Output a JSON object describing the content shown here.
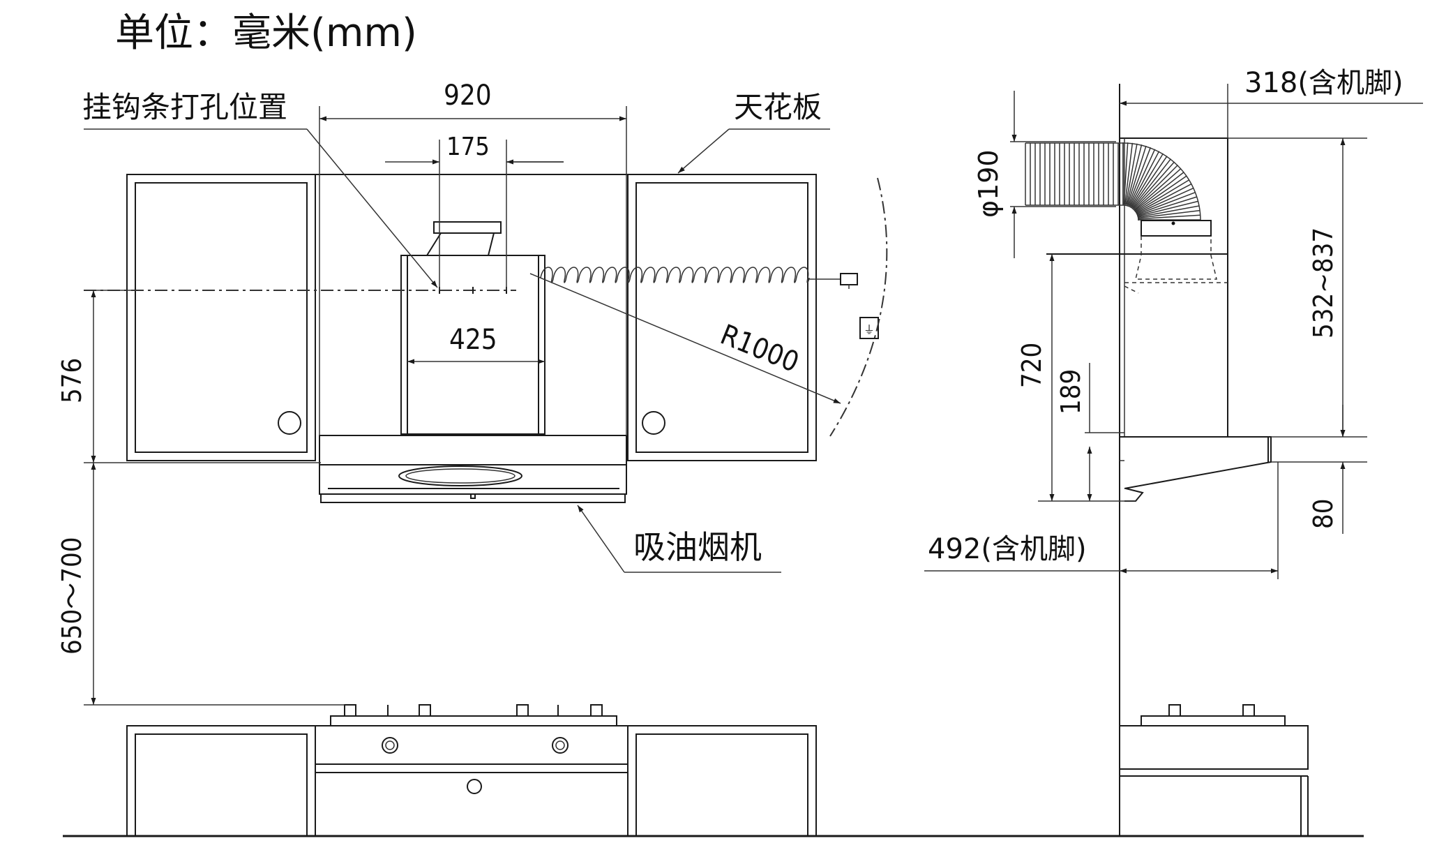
{
  "unit_label": "单位：毫米(mm)",
  "labels": {
    "hook_holes": "挂钩条打孔位置",
    "ceiling": "天花板",
    "hood": "吸油烟机"
  },
  "front_dims": {
    "width_920": "920",
    "spacing_175": "175",
    "chimney_425": "425",
    "height_576": "576",
    "height_650_700": "650～700",
    "radius": "R1000"
  },
  "side_dims": {
    "depth_318": "318(含机脚)",
    "duct_dia": "φ190",
    "chimney_range": "532~837",
    "height_720": "720",
    "height_189": "189",
    "height_80": "80",
    "depth_492": "492(含机脚)"
  }
}
